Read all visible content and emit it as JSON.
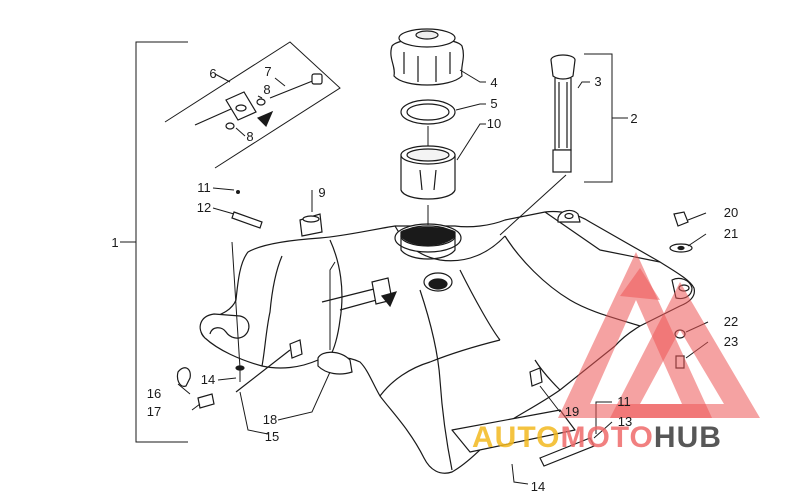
{
  "diagram": {
    "callouts": [
      {
        "id": "c1",
        "text": "1"
      },
      {
        "id": "c2",
        "text": "2"
      },
      {
        "id": "c3",
        "text": "3"
      },
      {
        "id": "c4",
        "text": "4"
      },
      {
        "id": "c5",
        "text": "5"
      },
      {
        "id": "c6",
        "text": "6"
      },
      {
        "id": "c7",
        "text": "7"
      },
      {
        "id": "c8a",
        "text": "8"
      },
      {
        "id": "c8b",
        "text": "8"
      },
      {
        "id": "c9",
        "text": "9"
      },
      {
        "id": "c10",
        "text": "10"
      },
      {
        "id": "c11a",
        "text": "11"
      },
      {
        "id": "c11b",
        "text": "11"
      },
      {
        "id": "c12",
        "text": "12"
      },
      {
        "id": "c13",
        "text": "13"
      },
      {
        "id": "c14a",
        "text": "14"
      },
      {
        "id": "c14b",
        "text": "14"
      },
      {
        "id": "c15",
        "text": "15"
      },
      {
        "id": "c16",
        "text": "16"
      },
      {
        "id": "c17",
        "text": "17"
      },
      {
        "id": "c18",
        "text": "18"
      },
      {
        "id": "c19",
        "text": "19"
      },
      {
        "id": "c20",
        "text": "20"
      },
      {
        "id": "c21",
        "text": "21"
      },
      {
        "id": "c22",
        "text": "22"
      },
      {
        "id": "c23",
        "text": "23"
      }
    ]
  },
  "watermark": {
    "part1": "AUTO",
    "part2": "MOTO",
    "part3": "HUB",
    "colors": {
      "auto": "#f2b81e",
      "moto": "#ef6a6a",
      "hub": "#3a3a3a",
      "triangle": "#ec5555"
    }
  },
  "colors": {
    "line": "#1a1a1a",
    "fill": "#ffffff",
    "shade": "#cfcfcf"
  }
}
